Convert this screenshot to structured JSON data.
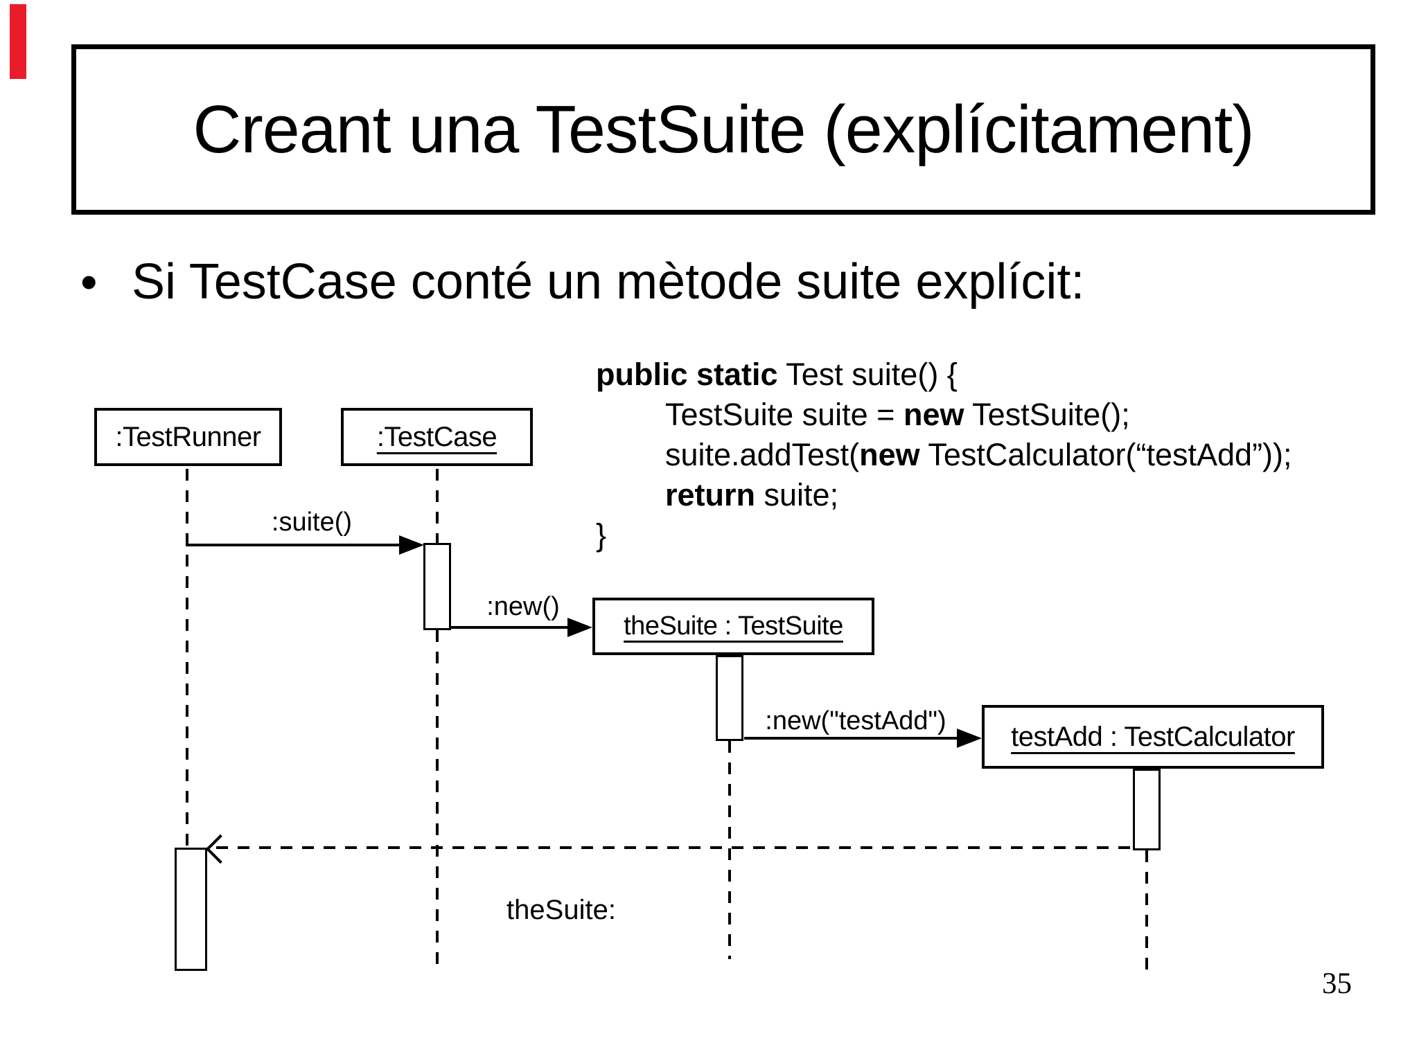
{
  "slide": {
    "title": "Creant una TestSuite (explícitament)",
    "bullet_glyph": "•",
    "bullet_text": "Si TestCase conté un mètode suite explícit:",
    "page_number": "35",
    "accent_red": "#ea1c2c",
    "stroke_color": "#000000"
  },
  "code": {
    "l1_kw": "public static",
    "l1_rest": " Test suite() {",
    "l2_pre": "TestSuite suite = ",
    "l2_kw": "new",
    "l2_post": " TestSuite();",
    "l3_pre": "suite.addTest(",
    "l3_kw": "new",
    "l3_post": " TestCalculator(“testAdd”));",
    "l4_kw": "return",
    "l4_post": " suite;",
    "l5": "}"
  },
  "diagram": {
    "type": "uml-sequence",
    "objects": [
      {
        "id": "testrunner",
        "label": ":TestRunner",
        "underlined": false
      },
      {
        "id": "testcase",
        "label": ":TestCase",
        "underlined": true
      },
      {
        "id": "thesuite",
        "label": "theSuite : TestSuite",
        "underlined": true
      },
      {
        "id": "testadd",
        "label": "testAdd : TestCalculator",
        "underlined": true
      }
    ],
    "messages": [
      {
        "label": ":suite()",
        "from": ":TestRunner",
        "to": ":TestCase",
        "kind": "call"
      },
      {
        "label": ":new()",
        "from": ":TestCase",
        "to": "theSuite : TestSuite",
        "kind": "create"
      },
      {
        "label": ":new(\"testAdd\")",
        "from": "theSuite : TestSuite",
        "to": "testAdd : TestCalculator",
        "kind": "create"
      },
      {
        "label": "theSuite:",
        "from": "testAdd : TestCalculator",
        "to": ":TestRunner",
        "kind": "return"
      }
    ]
  }
}
